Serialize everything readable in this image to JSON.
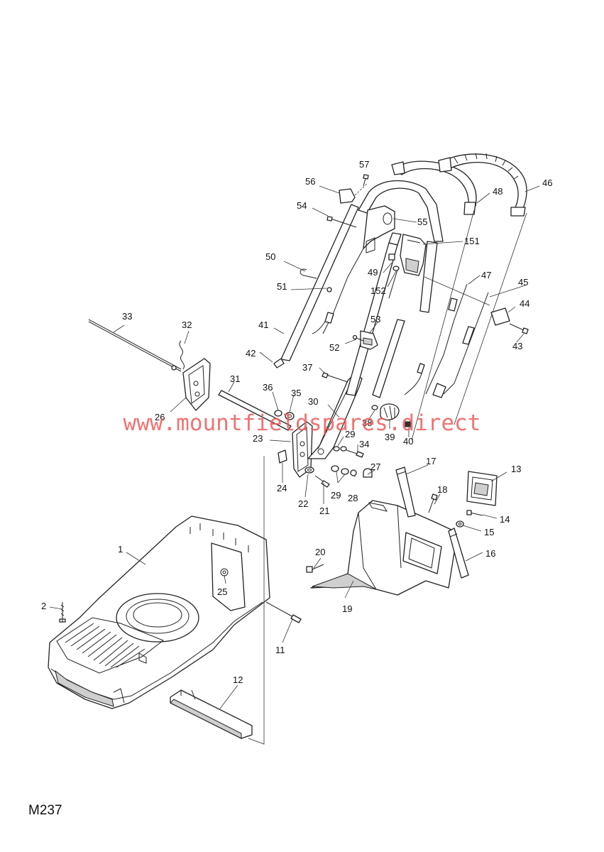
{
  "watermark": "www.mountfieldspares.direct",
  "page_code": "M237",
  "callouts": {
    "c1": "1",
    "c2": "2",
    "c11": "11",
    "c12": "12",
    "c13": "13",
    "c14": "14",
    "c15": "15",
    "c16": "16",
    "c17": "17",
    "c18": "18",
    "c19": "19",
    "c20": "20",
    "c21": "21",
    "c22": "22",
    "c23": "23",
    "c24": "24",
    "c25": "25",
    "c26": "26",
    "c27": "27",
    "c28": "28",
    "c29a": "29",
    "c29b": "29",
    "c30": "30",
    "c31": "31",
    "c32": "32",
    "c33": "33",
    "c34": "34",
    "c35": "35",
    "c36": "36",
    "c37": "37",
    "c38": "38",
    "c39": "39",
    "c40": "40",
    "c41": "41",
    "c42": "42",
    "c43": "43",
    "c44": "44",
    "c45": "45",
    "c46": "46",
    "c47": "47",
    "c48": "48",
    "c49": "49",
    "c50": "50",
    "c51": "51",
    "c52": "52",
    "c53": "53",
    "c54": "54",
    "c55": "55",
    "c56": "56",
    "c57": "57",
    "c151": "151",
    "c152": "152"
  }
}
